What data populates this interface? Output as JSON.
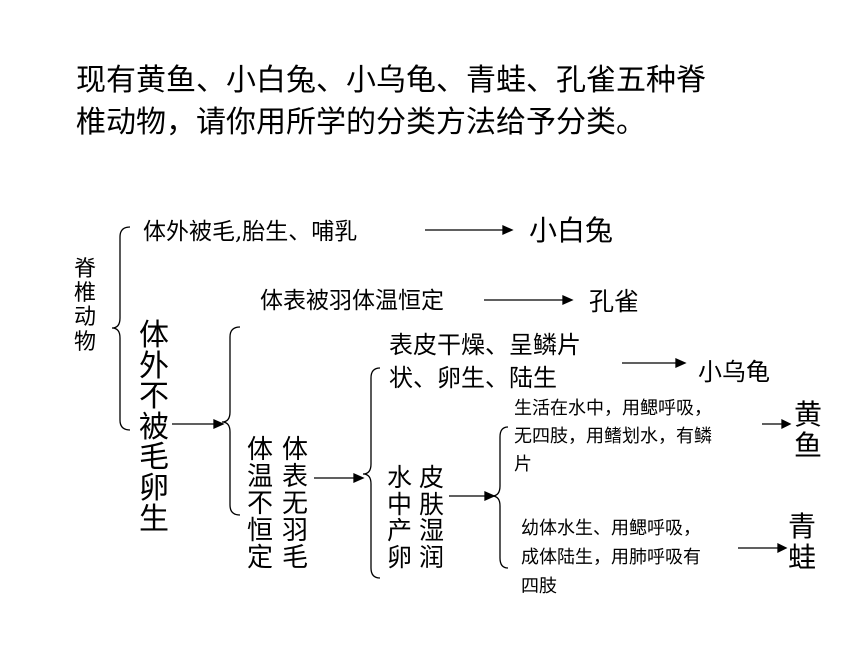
{
  "question": {
    "line1": "现有黄鱼、小白兔、小乌龟、青蛙、孔雀五种脊",
    "line2": "椎动物，请你用所学的分类方法给予分类。"
  },
  "tree": {
    "root": "脊\n椎\n动\n物",
    "fur": {
      "condition": "体外被毛,胎生、哺乳",
      "result": "小白兔"
    },
    "no_fur": "体\n外\n不\n被\n毛\n卵\n生",
    "feathers": {
      "condition": "体表被羽体温恒定",
      "result": "孔雀"
    },
    "no_feathers_col1": "体\n温\n不\n恒\n定",
    "no_feathers_col2": "体\n表\n无\n羽\n毛",
    "reptile": {
      "line1": "表皮干燥、呈鳞片",
      "line2": "状、卵生、陆生",
      "result": "小乌龟"
    },
    "moist_col1": "水\n中\n产\n卵",
    "moist_col2": "皮\n肤\n湿\n润",
    "fish": {
      "line1": "生活在水中，用鳃呼吸，",
      "line2": "无四肢，用鳍划水，有鳞",
      "line3": "片",
      "result": "黄\n鱼"
    },
    "frog": {
      "line1": "幼体水生、用鳃呼吸，",
      "line2": "成体陆生，用肺呼吸有",
      "line3": "四肢",
      "result": "青\n蛙"
    }
  }
}
